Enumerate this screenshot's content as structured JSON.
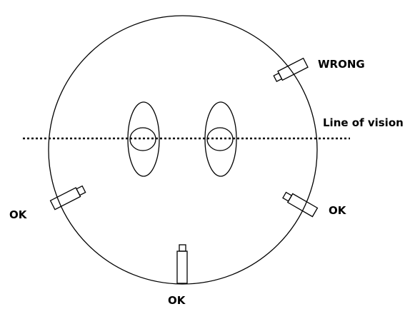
{
  "labels": {
    "wrong": "WRONG",
    "line_of_vision": "Line of vision",
    "ok_left": "OK",
    "ok_right": "OK",
    "ok_bottom": "OK"
  },
  "colors": {
    "line": "#000000",
    "background": "#ffffff"
  }
}
